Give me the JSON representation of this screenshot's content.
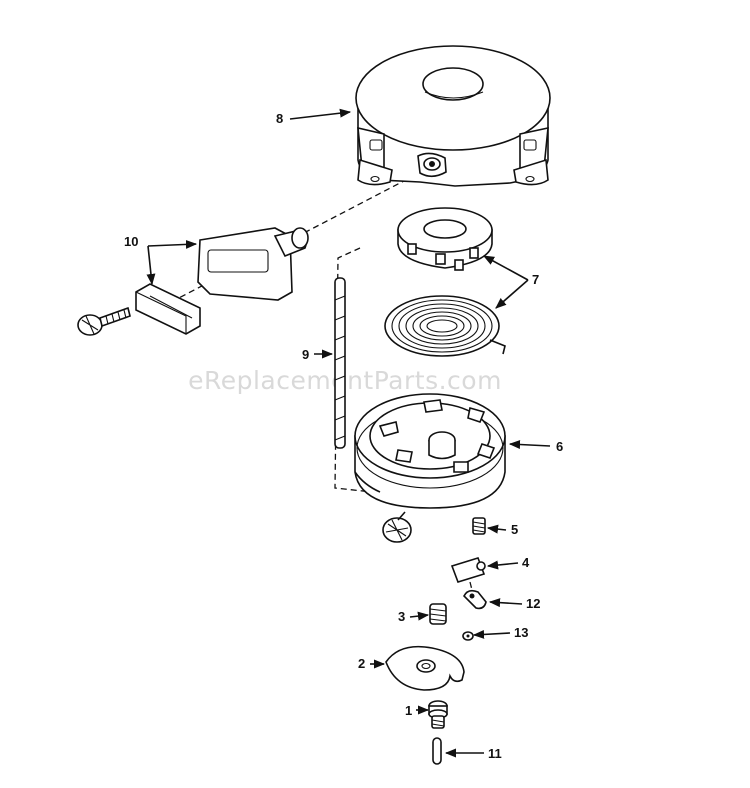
{
  "watermark": "eReplacementParts.com",
  "callouts": [
    {
      "id": "8",
      "label": "8"
    },
    {
      "id": "10",
      "label": "10"
    },
    {
      "id": "7",
      "label": "7"
    },
    {
      "id": "9",
      "label": "9"
    },
    {
      "id": "6",
      "label": "6"
    },
    {
      "id": "5",
      "label": "5"
    },
    {
      "id": "4",
      "label": "4"
    },
    {
      "id": "12",
      "label": "12"
    },
    {
      "id": "3",
      "label": "3"
    },
    {
      "id": "13",
      "label": "13"
    },
    {
      "id": "2",
      "label": "2"
    },
    {
      "id": "1",
      "label": "1"
    },
    {
      "id": "11",
      "label": "11"
    }
  ]
}
